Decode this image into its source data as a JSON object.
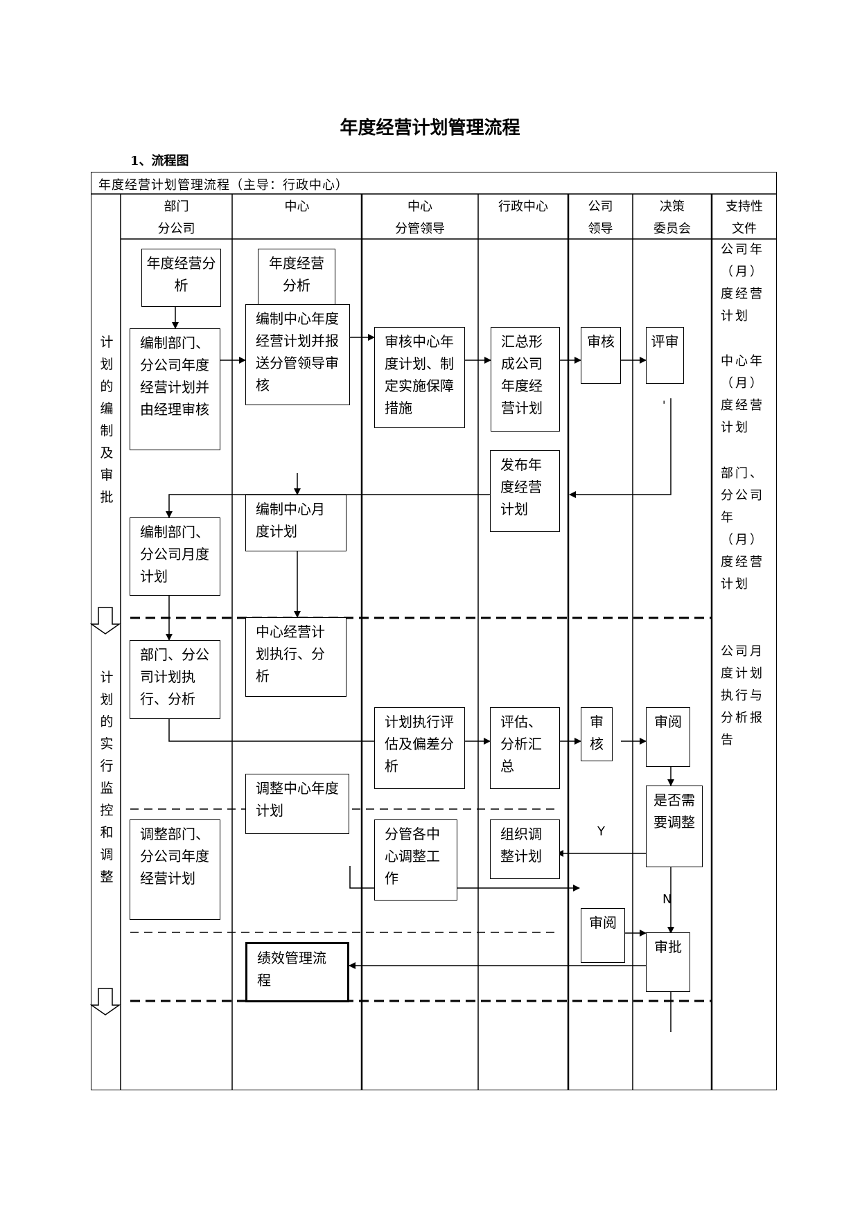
{
  "document": {
    "title": "年度经营计划管理流程",
    "section": "1、流程图"
  },
  "flowchart": {
    "title": "年度经营计划管理流程（主导：行政中心）",
    "columns": [
      {
        "line1": "部门",
        "line2": "分公司"
      },
      {
        "line1": "中心",
        "line2": ""
      },
      {
        "line1": "中心",
        "line2": "分管领导"
      },
      {
        "line1": "行政中心",
        "line2": ""
      },
      {
        "line1": "公司",
        "line2": "领导"
      },
      {
        "line1": "决策",
        "line2": "委员会"
      },
      {
        "line1": "支持性",
        "line2": "文件"
      }
    ],
    "phases": {
      "p1": "计划的编制及审批",
      "p2": "计划的实行监控和调整"
    },
    "boxes": {
      "b_dept_analysis": "年度经营分析",
      "b_center_analysis": "年度经营分析",
      "b_dept_plan": "编制部门、分公司年度经营计划并由经理审核",
      "b_center_plan": "编制中心年度经营计划并报送分管领导审核",
      "b_leader_review": "审核中心年度计划、制定实施保障措施",
      "b_admin_summary": "汇总形成公司年度经营计划",
      "b_co_review": "审核",
      "b_committee_review": "评审",
      "b_publish": "发布年度经营计划",
      "b_center_month": "编制中心月度计划",
      "b_dept_month": "编制部门、分公司月度计划",
      "b_dept_exec": "部门、分公司计划执行、分析",
      "b_center_exec": "中心经营计划执行、分析",
      "b_leader_eval": "计划执行评估及偏差分析",
      "b_admin_eval": "评估、分析汇总",
      "b_co_review2": "审核",
      "b_committee_read": "审阅",
      "b_adjust_q": "是否需要调整",
      "b_center_adjust": "调整中心年度计划",
      "b_dept_adjust": "调整部门、分公司年度经营计划",
      "b_leader_adjust": "分管各中心调整工作",
      "b_admin_adjust": "组织调整计划",
      "b_co_read": "审阅",
      "b_committee_approve": "审批",
      "b_perf": "绩效管理流程"
    },
    "labels": {
      "yes": "Y",
      "no": "N",
      "tick": "'"
    },
    "support_docs": {
      "doc1": "公司年（月）度经营计划",
      "doc2": "中心年（月）度经营计划",
      "doc3": "部门、分公司年（月）度经营计划",
      "doc4": "公司月度计划执行与分析报告"
    }
  }
}
